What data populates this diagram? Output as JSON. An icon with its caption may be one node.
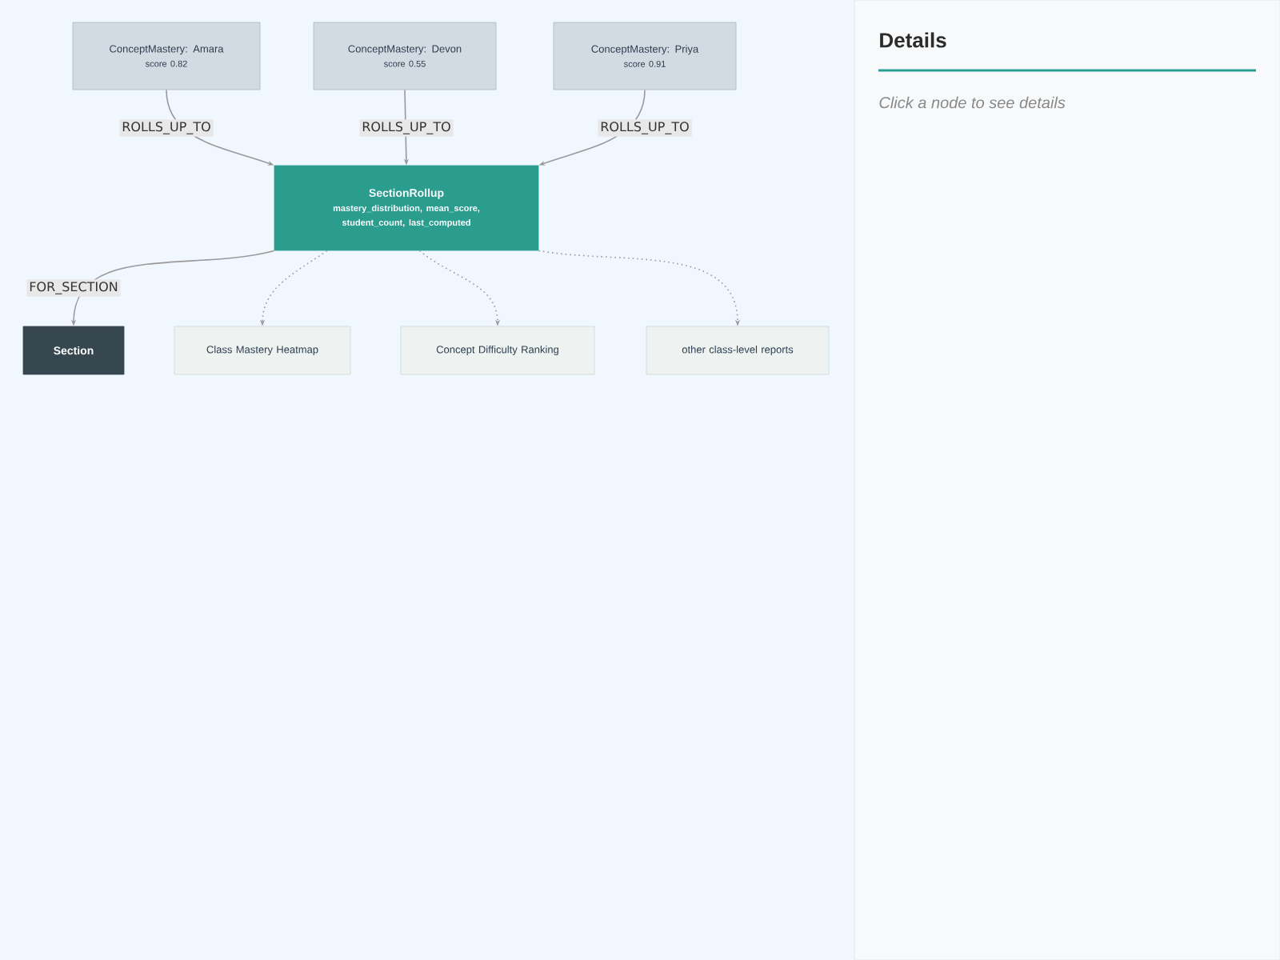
{
  "diagram": {
    "nodes": [
      {
        "text": [
          "ConceptMastery: Amara",
          "score 0.82"
        ]
      },
      {
        "text": [
          "ConceptMastery: Devon",
          "score 0.55"
        ]
      },
      {
        "text": [
          "ConceptMastery: Priya",
          "score 0.91"
        ]
      },
      {
        "text": [
          "SectionRollup",
          "mastery_distribution, mean_score, student_count, last_computed"
        ]
      },
      {
        "text": [
          "Section"
        ]
      },
      {
        "text": [
          "Class Mastery Heatmap"
        ]
      },
      {
        "text": [
          "Concept Difficulty Ranking"
        ]
      },
      {
        "text": [
          "other class-level reports"
        ]
      }
    ],
    "edges": [
      {
        "from": 0,
        "to": 3,
        "arrow": "to",
        "label": "ROLLS_UP_TO"
      },
      {
        "from": 1,
        "to": 3,
        "arrow": "to",
        "label": "ROLLS_UP_TO"
      },
      {
        "from": 2,
        "to": 3,
        "arrow": "to",
        "label": "ROLLS_UP_TO"
      },
      {
        "from": 3,
        "to": 4,
        "arrow": "to",
        "label": "FOR_SECTION"
      },
      {
        "from": 3,
        "to": 5,
        "arrow": "to",
        "style": "dashed"
      },
      {
        "from": 3,
        "to": 6,
        "arrow": "to",
        "style": "dashed"
      },
      {
        "from": 3,
        "to": 7,
        "arrow": "to",
        "style": "dashed"
      }
    ],
    "labels": [
      "Details",
      "Click a node to see details"
    ]
  }
}
